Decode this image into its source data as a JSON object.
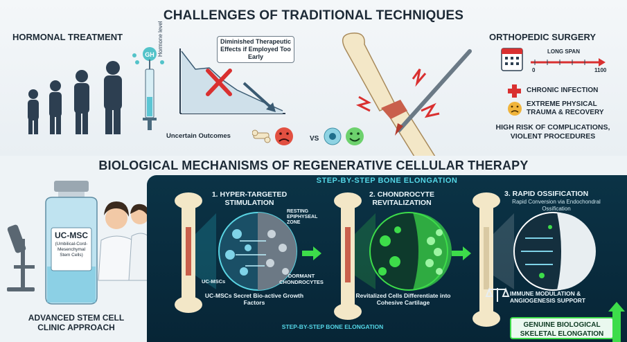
{
  "title": "CHALLENGES OF TRADITIONAL TECHNIQUES",
  "hormonal": {
    "heading": "HORMONAL TREATMENT",
    "gh_label": "GH",
    "axis_label": "Hormone level",
    "callout": "Diminished Therapeutic Effects if Employed Too Early",
    "uncertain": "Uncertain Outcomes",
    "vs": "VS"
  },
  "ortho": {
    "heading": "ORTHOPEDIC SURGERY",
    "long_span": "LONG SPAN",
    "scale_start": "0",
    "scale_end": "1100",
    "chronic": "CHRONIC INFECTION",
    "trauma": "EXTREME PHYSICAL TRAUMA & RECOVERY",
    "risk": "HIGH RISK OF COMPLICATIONS, VIOLENT PROCEDURES"
  },
  "section_title": "BIOLOGICAL MECHANISMS OF REGENERATIVE CELLULAR THERAPY",
  "vial": {
    "title": "UC-MSC",
    "subtitle": "(Umbilical-Cord-Mesenchymal Stem Cells)"
  },
  "clinic": "ADVANCED STEM CELL CLINIC APPROACH",
  "steps_banner": "STEP-BY-STEP BONE ELONGATION",
  "steps_footer": "STEP-BY-STEP BONE ELONGATION",
  "step1": {
    "title": "1. HYPER-TARGETED STIMULATION",
    "resting": "RESTING EPIPHYSEAL ZONE",
    "ucmscs": "UC-MSCs",
    "dormant": "DORMANT CHONDROCYTES",
    "caption": "UC-MSCs Secret Bio-active Growth Factors"
  },
  "step2": {
    "title": "2. CHONDROCYTE REVITALIZATION",
    "caption": "Revitalized Cells Differentiate into Cohesive Cartilage"
  },
  "step3": {
    "title": "3. RAPID OSSIFICATION",
    "sub": "Rapid Conversion via Endochondral Ossification",
    "immune": "IMMUNE MODULATION & ANGIOGENESIS SUPPORT"
  },
  "final": "GENUINE BIOLOGICAL SKELETAL ELONGATION",
  "colors": {
    "dark_bg": "#0b3346",
    "green": "#3ddc4a",
    "red": "#d93030",
    "bone": "#f3e7c7",
    "marrow": "#c9604c"
  }
}
